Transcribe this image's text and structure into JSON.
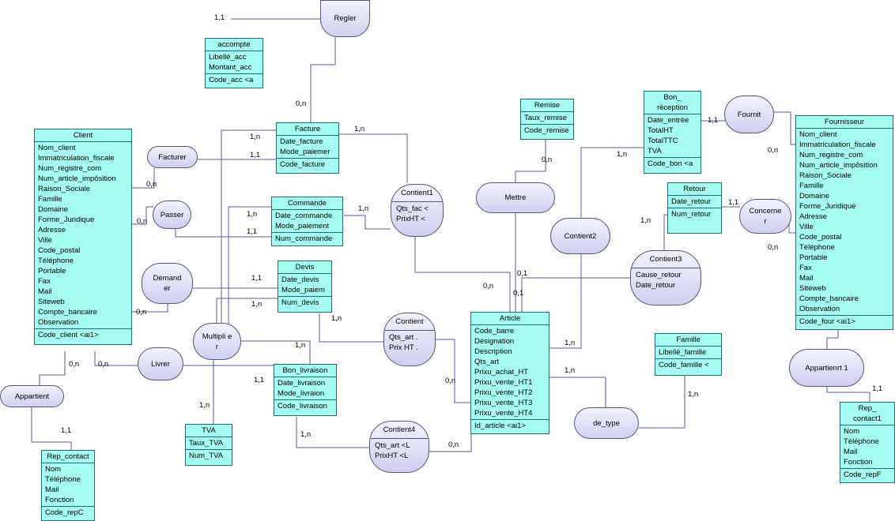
{
  "entities": {
    "client": {
      "title": "Client",
      "attrs": [
        "Nom_client",
        "Immatriculation_fiscale",
        "Num_registre_com",
        "Num_article_impôsition",
        "Raison_Sociale",
        "Famille",
        "Domaine",
        "Forme_Juridique",
        "Adresse",
        "Ville",
        "Code_postal",
        "Téléphone",
        "Portable",
        "Fax",
        "Mail",
        "Siteweb",
        "Compte_bancaire",
        "Observation"
      ],
      "key": "Code_client  <ai1>"
    },
    "accompte": {
      "title": "accompte",
      "attrs": [
        "Libellé_acc",
        "Montant_acc"
      ],
      "key": "Code_acc  <a"
    },
    "facture": {
      "title": "Facture",
      "attrs": [
        "Date_facture",
        "Mode_paiemer"
      ],
      "key": "Code_facture"
    },
    "commande": {
      "title": "Commande",
      "attrs": [
        "Date_commande",
        "Mode_paiement"
      ],
      "key": "Num_commande"
    },
    "devis": {
      "title": "Devis",
      "attrs": [
        "Date_devis",
        "Mode_paiem"
      ],
      "key": "Num_devis"
    },
    "bon_livraison": {
      "title": "Bon_livraison",
      "attrs": [
        "Date_livraison",
        "Mode_livraion"
      ],
      "key": "Code_livraison"
    },
    "tva": {
      "title": "TVA",
      "attrs": [
        "Taux_TVA"
      ],
      "key": "Num_TVA"
    },
    "rep_contact": {
      "title": "Rep_contact",
      "attrs": [
        "Nom",
        "Téléphone",
        "Mail",
        "Fonction"
      ],
      "key": "Code_repC"
    },
    "remise": {
      "title": "Remise",
      "attrs": [
        "Taux_remise"
      ],
      "key": "Code_remise"
    },
    "bon_reception": {
      "title": "Bon_\nréception",
      "attrs": [
        "Date_entrée",
        "TotalHT",
        "TotalTTC",
        "TVA"
      ],
      "key": "Code_bon  <a"
    },
    "retour": {
      "title": "Retour",
      "attrs": [
        "Date_retour"
      ],
      "key": "Num_retour"
    },
    "article": {
      "title": "Article",
      "attrs": [
        "Code_barre",
        "Désignation",
        "Description",
        "Qts_art",
        "Prixu_achat_HT",
        "Prixu_vente_HT1",
        "Prixu_vente_HT2",
        "Prixu_vente_HT3",
        "Prixu_vente_HT4"
      ],
      "key": "Id_article  <ai1>"
    },
    "famille": {
      "title": "Famille",
      "attrs": [
        "Libellé_famille"
      ],
      "key": "Code_famille  <"
    },
    "fournisseur": {
      "title": "Fournisseur",
      "attrs": [
        "Nom_client",
        "Immatriculation_fiscale",
        "Num_registre_com",
        "Num_article_impôsition",
        "Raison_Sociale",
        "Famille",
        "Domaine",
        "Forme_Juridique",
        "Adresse",
        "Ville",
        "Code_postal",
        "Téléphone",
        "Portable",
        "Fax",
        "Mail",
        "Siteweb",
        "Compte_bancaire",
        "Observation"
      ],
      "key": "Code_four  <ai1>"
    },
    "rep_contact1": {
      "title": "Rep_\ncontact1",
      "attrs": [
        "Nom",
        "Téléphone",
        "Mail",
        "Fonction"
      ],
      "key": "Code_repF"
    }
  },
  "relations": {
    "regler": {
      "title": "Regler",
      "attrs": []
    },
    "facturer": {
      "title": "Facturer",
      "attrs": []
    },
    "passer": {
      "title": "Passer",
      "attrs": []
    },
    "demander": {
      "title": "Demand er",
      "attrs": []
    },
    "multiplier": {
      "title": "Multipli er",
      "attrs": []
    },
    "livrer": {
      "title": "Livrer",
      "attrs": []
    },
    "appartient": {
      "title": "Appartient",
      "attrs": []
    },
    "contient1": {
      "title": "Contient1",
      "attrs": [
        "Qts_fac   <",
        "PrixHT     <"
      ]
    },
    "contient": {
      "title": "Contient",
      "attrs": [
        "Qts_art    .",
        "Prix HT    ."
      ]
    },
    "contient4": {
      "title": "Contient4",
      "attrs": [
        "Qts_art   <L",
        "PrixHT    <L"
      ]
    },
    "mettre": {
      "title": "Mettre",
      "attrs": []
    },
    "contient2": {
      "title": "Contient2",
      "attrs": []
    },
    "contient3": {
      "title": "Contient3",
      "attrs": [
        "Cause_retour",
        "Date_retour"
      ]
    },
    "fournit": {
      "title": "Fournit",
      "attrs": []
    },
    "concerner": {
      "title": "Concerne r",
      "attrs": []
    },
    "de_type": {
      "title": "de_type",
      "attrs": []
    },
    "appartient1": {
      "title": "Appartienrt 1",
      "attrs": []
    }
  },
  "cardinalities": {
    "c1": "1,1",
    "c2": "0,n",
    "c3": "1,n",
    "c4": "1,1",
    "c5": "0,n",
    "c6": "1,n",
    "c7": "1,1",
    "c8": "0,n",
    "c9": "1,n",
    "c10": "1,1",
    "c11": "0,n",
    "c12": "1,n",
    "c13": "1,n",
    "c14": "1,1",
    "c15": "0,n",
    "c16": "0,n",
    "c17": "1,1",
    "c18": "1,n",
    "c19": "1,n",
    "c20": "0,n",
    "c21": "0,n",
    "c22": "1,n",
    "c23": "0,n",
    "c24": "1,n",
    "c25": "1,1",
    "c26": "0,n",
    "c27": "1,1",
    "c28": "0,n",
    "c29": "1,n",
    "c30": "1,n",
    "c31": "1,n",
    "c32": "0,n",
    "c33": "0,1",
    "c34": "0,1",
    "c35": "1,n",
    "c36": "1,n",
    "c37": "1,1"
  }
}
